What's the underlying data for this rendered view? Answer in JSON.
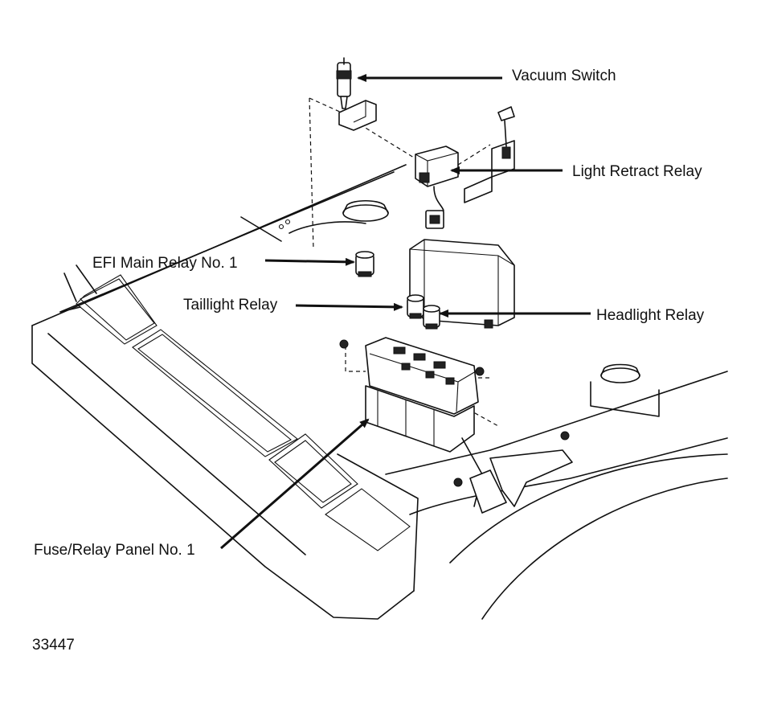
{
  "labels": {
    "vacuum_switch": "Vacuum Switch",
    "light_retract_relay": "Light Retract Relay",
    "efi_main_relay": "EFI Main Relay No. 1",
    "taillight_relay": "Taillight Relay",
    "headlight_relay": "Headlight Relay",
    "fuse_relay_panel": "Fuse/Relay Panel No. 1"
  },
  "figure_number": "33447"
}
